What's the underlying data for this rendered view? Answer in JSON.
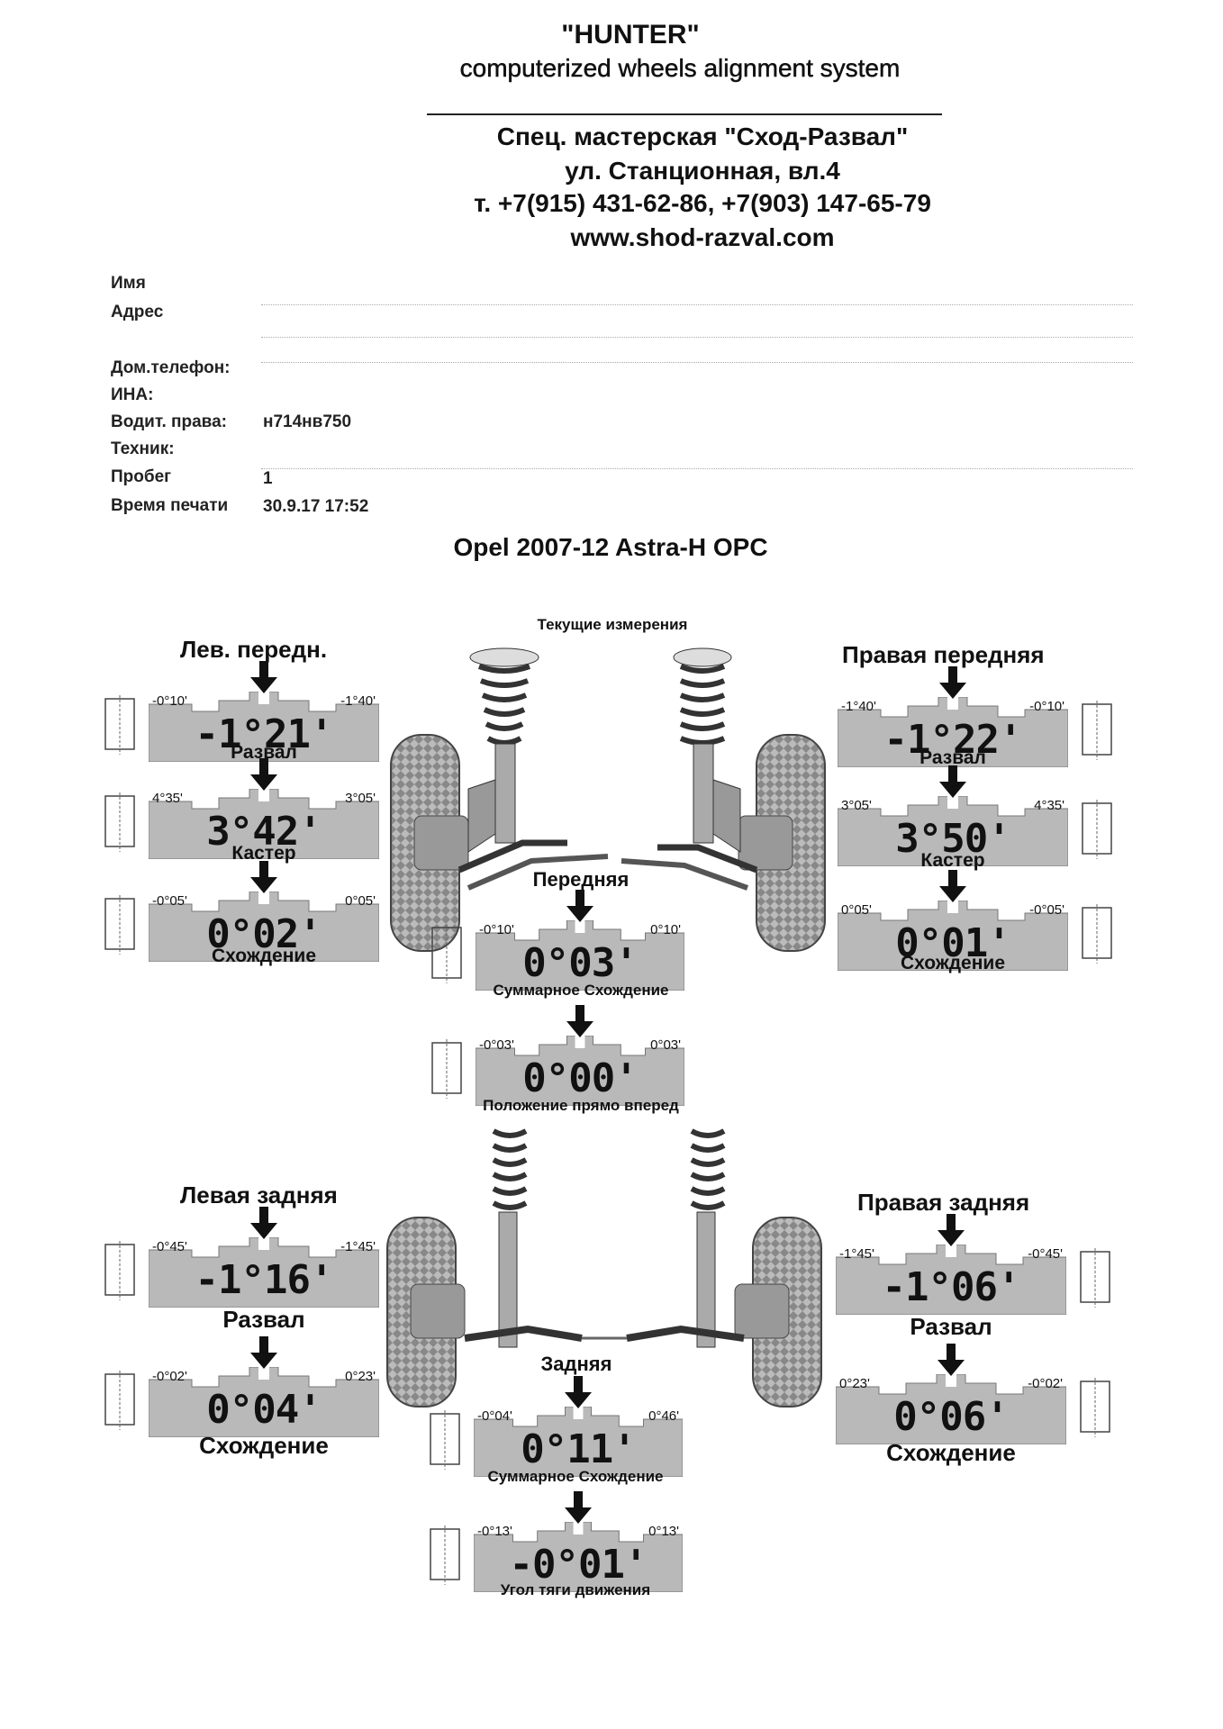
{
  "header": {
    "brand": "\"HUNTER\"",
    "subtitle": "computerized wheels alignment system",
    "shop": "Спец. мастерская \"Сход-Развал\"",
    "address": "ул. Станционная, вл.4",
    "phones": "т. +7(915) 431-62-86, +7(903) 147-65-79",
    "website": "www.shod-razval.com"
  },
  "form": {
    "name_label": "Имя",
    "address_label": "Адрес",
    "phone_label": "Дом.телефон:",
    "inn_label": "ИНА:",
    "license_label": "Водит. права:",
    "license_value": "н714нв750",
    "tech_label": "Техник:",
    "mileage_label": "Пробег",
    "mileage_value": "1",
    "print_label": "Время печати",
    "print_value": "30.9.17 17:52"
  },
  "vehicle": "Opel 2007-12 Astra-H OPC",
  "current_label": "Текущие измерения",
  "front_left": {
    "title": "Лев. передн.",
    "camber": {
      "lo": "-0°10'",
      "hi": "-1°40'",
      "value": "-1°21'",
      "caption": "Развал"
    },
    "caster": {
      "lo": "4°35'",
      "hi": "3°05'",
      "value": "3°42'",
      "caption": "Кастер"
    },
    "toe": {
      "lo": "-0°05'",
      "hi": "0°05'",
      "value": "0°02'",
      "caption": "Схождение"
    }
  },
  "front_right": {
    "title": "Правая передняя",
    "camber": {
      "lo": "-1°40'",
      "hi": "-0°10'",
      "value": "-1°22'",
      "caption": "Развал"
    },
    "caster": {
      "lo": "3°05'",
      "hi": "4°35'",
      "value": "3°50'",
      "caption": "Кастер"
    },
    "toe": {
      "lo": "0°05'",
      "hi": "-0°05'",
      "value": "0°01'",
      "caption": "Схождение"
    }
  },
  "front_center": {
    "title": "Передняя",
    "total_toe": {
      "lo": "-0°10'",
      "hi": "0°10'",
      "value": "0°03'",
      "caption": "Суммарное Схождение"
    },
    "straight": {
      "lo": "-0°03'",
      "hi": "0°03'",
      "value": "0°00'",
      "caption": "Положение прямо вперед"
    }
  },
  "rear_left": {
    "title": "Левая задняя",
    "camber": {
      "lo": "-0°45'",
      "hi": "-1°45'",
      "value": "-1°16'",
      "caption": "Развал"
    },
    "toe": {
      "lo": "-0°02'",
      "hi": "0°23'",
      "value": "0°04'",
      "caption": "Схождение"
    }
  },
  "rear_right": {
    "title": "Правая задняя",
    "camber": {
      "lo": "-1°45'",
      "hi": "-0°45'",
      "value": "-1°06'",
      "caption": "Развал"
    },
    "toe": {
      "lo": "0°23'",
      "hi": "-0°02'",
      "value": "0°06'",
      "caption": "Схождение"
    }
  },
  "rear_center": {
    "title": "Задняя",
    "total_toe": {
      "lo": "-0°04'",
      "hi": "0°46'",
      "value": "0°11'",
      "caption": "Суммарное Схождение"
    },
    "thrust": {
      "lo": "-0°13'",
      "hi": "0°13'",
      "value": "-0°01'",
      "caption": "Угол тяги движения"
    }
  }
}
